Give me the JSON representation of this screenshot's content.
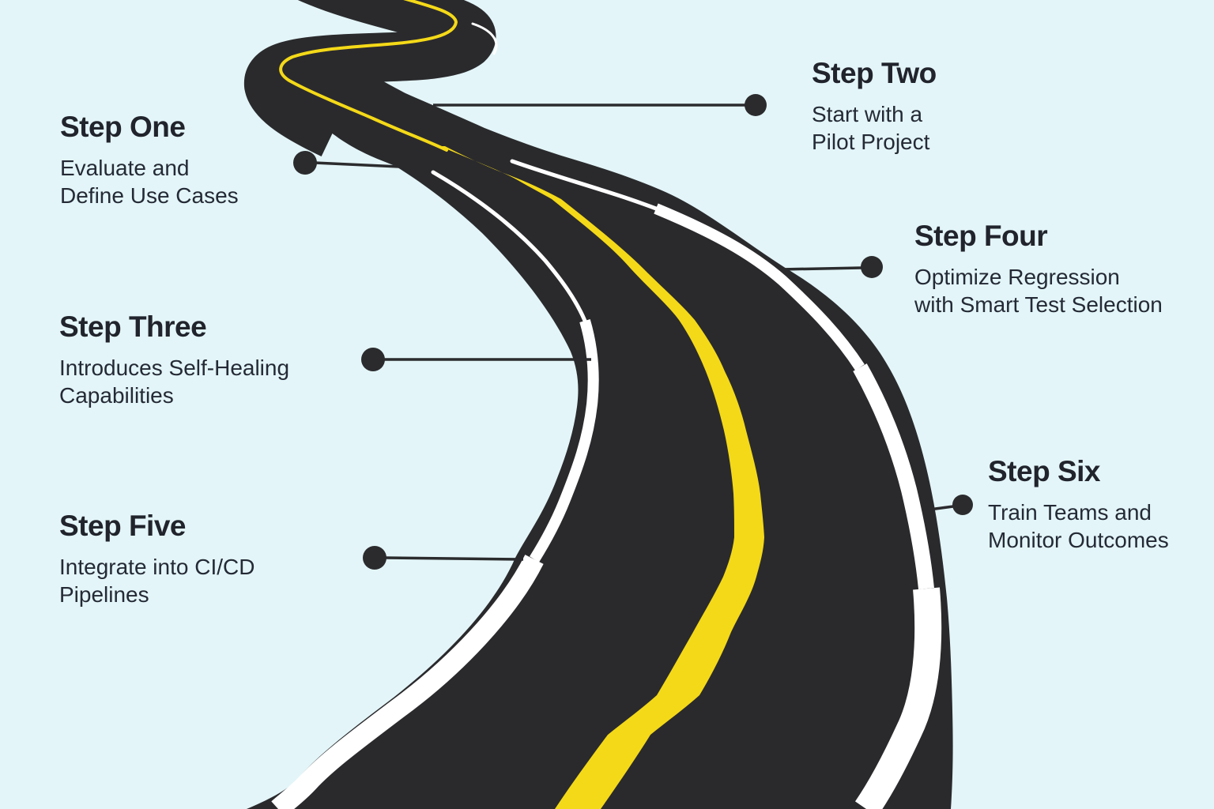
{
  "page": {
    "background_color": "#E3F5F8",
    "kind": "roadmap-infographic"
  },
  "road": {
    "asphalt_color": "#2A2A2D",
    "center_line_color": "#F4D918",
    "edge_line_color": "#FFFFFF",
    "shape": "winding-road-top-to-bottom"
  },
  "connector": {
    "color": "#2B2B2E"
  },
  "text_color": "#21242C",
  "steps": [
    {
      "title": "Step One",
      "lines": [
        "Evaluate and",
        "Define Use Cases"
      ]
    },
    {
      "title": "Step Two",
      "lines": [
        "Start with a",
        "Pilot Project"
      ]
    },
    {
      "title": "Step Three",
      "lines": [
        "Introduces Self-Healing",
        "Capabilities"
      ]
    },
    {
      "title": "Step Four",
      "lines": [
        "Optimize Regression",
        "with Smart Test Selection"
      ]
    },
    {
      "title": "Step Five",
      "lines": [
        "Integrate into CI/CD",
        "Pipelines"
      ]
    },
    {
      "title": "Step Six",
      "lines": [
        "Train Teams and",
        "Monitor Outcomes"
      ]
    }
  ]
}
